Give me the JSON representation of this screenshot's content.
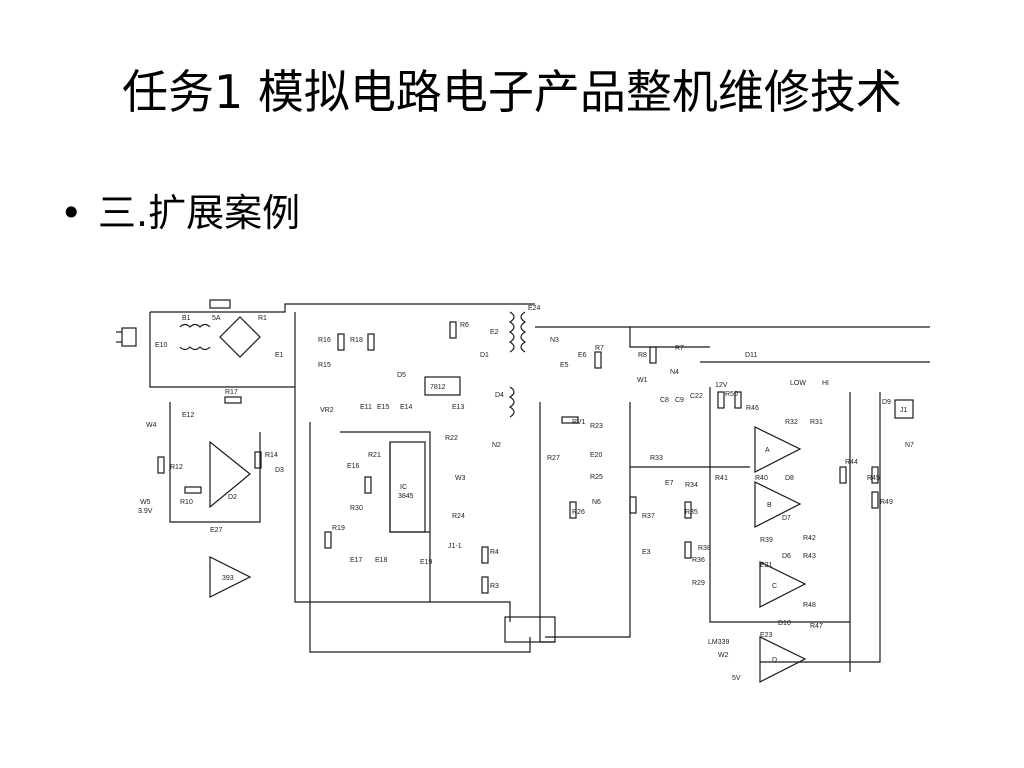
{
  "slide": {
    "title": "任务1  模拟电路电子产品整机维修技术",
    "bullet": "三.扩展案例"
  },
  "schematic": {
    "labels": [
      "B1",
      "5A",
      "R1",
      "E10",
      "E1",
      "R16",
      "R18",
      "R6",
      "E2",
      "D1",
      "N3",
      "E24",
      "E5",
      "E6",
      "R7",
      "R8",
      "R7",
      "N4",
      "D11",
      "R15",
      "D5",
      "7812",
      "D4",
      "VR2",
      "E11",
      "E15",
      "E14",
      "E13",
      "R17",
      "W4",
      "E12",
      "R14",
      "D3",
      "R12",
      "D2",
      "R21",
      "E16",
      "IC",
      "3845",
      "R22",
      "N2",
      "W3",
      "R30",
      "R19",
      "E17",
      "E18",
      "R24",
      "J1-1",
      "R4",
      "E19",
      "R3",
      "W5",
      "3.9V",
      "R10",
      "E27",
      "393",
      "RV1",
      "R23",
      "R27",
      "E20",
      "R25",
      "N6",
      "R26",
      "R33",
      "E7",
      "R34",
      "R41",
      "R37",
      "R35",
      "E3",
      "R36",
      "R38",
      "R29",
      "W1",
      "C8",
      "C9",
      "C22",
      "12V",
      "R50",
      "R46",
      "LOW",
      "HI",
      "D9",
      "J1",
      "R32",
      "R31",
      "N7",
      "A",
      "R40",
      "D8",
      "R44",
      "R45",
      "R49",
      "B",
      "D7",
      "R39",
      "R42",
      "E21",
      "D6",
      "R43",
      "C",
      "R48",
      "D10",
      "R47",
      "E23",
      "LM339",
      "D",
      "W2",
      "5V"
    ]
  }
}
